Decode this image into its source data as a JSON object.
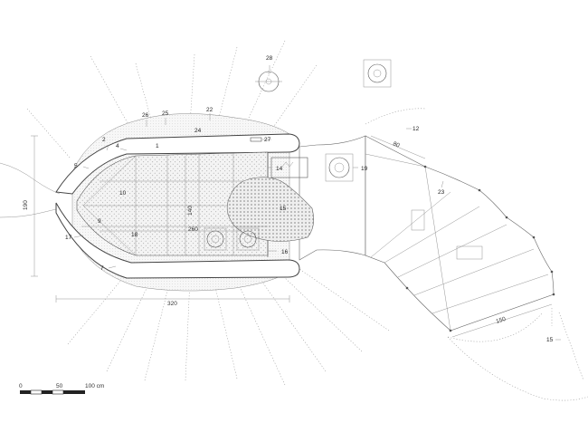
{
  "callouts": [
    {
      "id": "c1",
      "text": "1"
    },
    {
      "id": "c2",
      "text": "2"
    },
    {
      "id": "c4",
      "text": "4"
    },
    {
      "id": "c5",
      "text": "5"
    },
    {
      "id": "c7",
      "text": "7"
    },
    {
      "id": "c9",
      "text": "9"
    },
    {
      "id": "c10",
      "text": "10"
    },
    {
      "id": "c12",
      "text": "12"
    },
    {
      "id": "c14",
      "text": "14"
    },
    {
      "id": "c15a",
      "text": "15"
    },
    {
      "id": "c15b",
      "text": "15"
    },
    {
      "id": "c16",
      "text": "16"
    },
    {
      "id": "c17",
      "text": "17"
    },
    {
      "id": "c18",
      "text": "18"
    },
    {
      "id": "c19",
      "text": "19"
    },
    {
      "id": "c22",
      "text": "22"
    },
    {
      "id": "c23",
      "text": "23"
    },
    {
      "id": "c24",
      "text": "24"
    },
    {
      "id": "c25",
      "text": "25"
    },
    {
      "id": "c26",
      "text": "26"
    },
    {
      "id": "c27",
      "text": "27"
    },
    {
      "id": "c28",
      "text": "28"
    }
  ],
  "dimensions": {
    "width_190": "190",
    "length_320": "320",
    "inner_140": "140",
    "inner_260": "260",
    "sail_80": "80",
    "sail_150": "150"
  },
  "scale_bar": {
    "zero": "0",
    "fifty": "50",
    "hundred": "100 cm"
  }
}
